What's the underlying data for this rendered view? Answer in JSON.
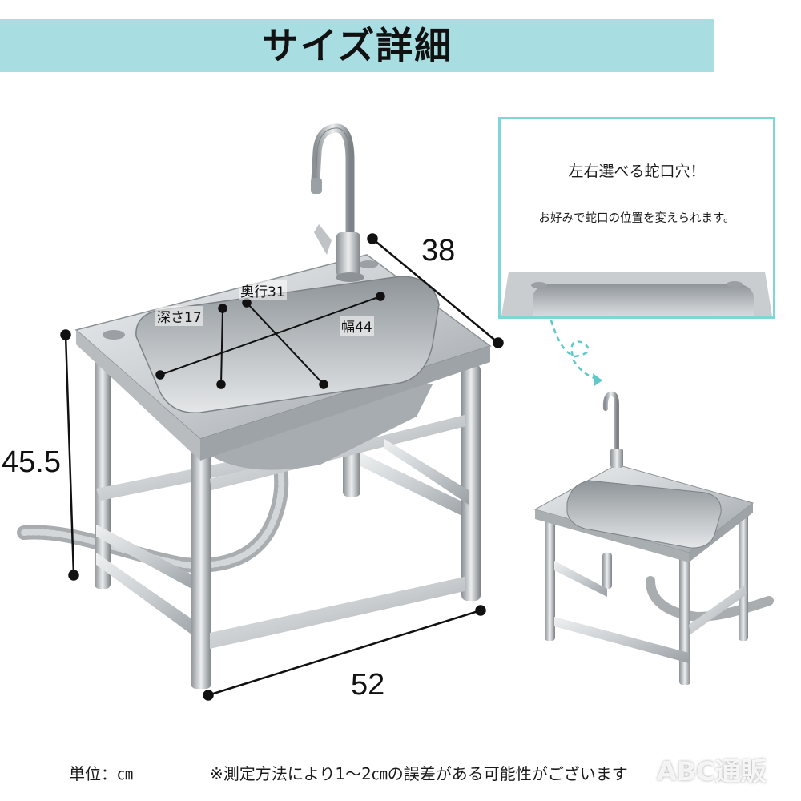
{
  "header": {
    "title": "サイズ詳細"
  },
  "dimensions": {
    "depth_total": "38",
    "height": "45.5",
    "width_total": "52",
    "basin_depth": "深さ17",
    "basin_front_back": "奥行31",
    "basin_width": "幅44"
  },
  "callout": {
    "title": "左右選べる蛇口穴！",
    "subtitle": "お好みで蛇口の位置を変えられます。"
  },
  "footer": {
    "unit": "単位：㎝",
    "note": "※測定方法により1〜2㎝の誤差がある可能性がございます"
  },
  "watermark": "ABC通販",
  "colors": {
    "header_bg": "#a8dde2",
    "callout_border": "#7fd6d6",
    "steel_light": "#d9dcde",
    "steel_dark": "#7d8286"
  }
}
